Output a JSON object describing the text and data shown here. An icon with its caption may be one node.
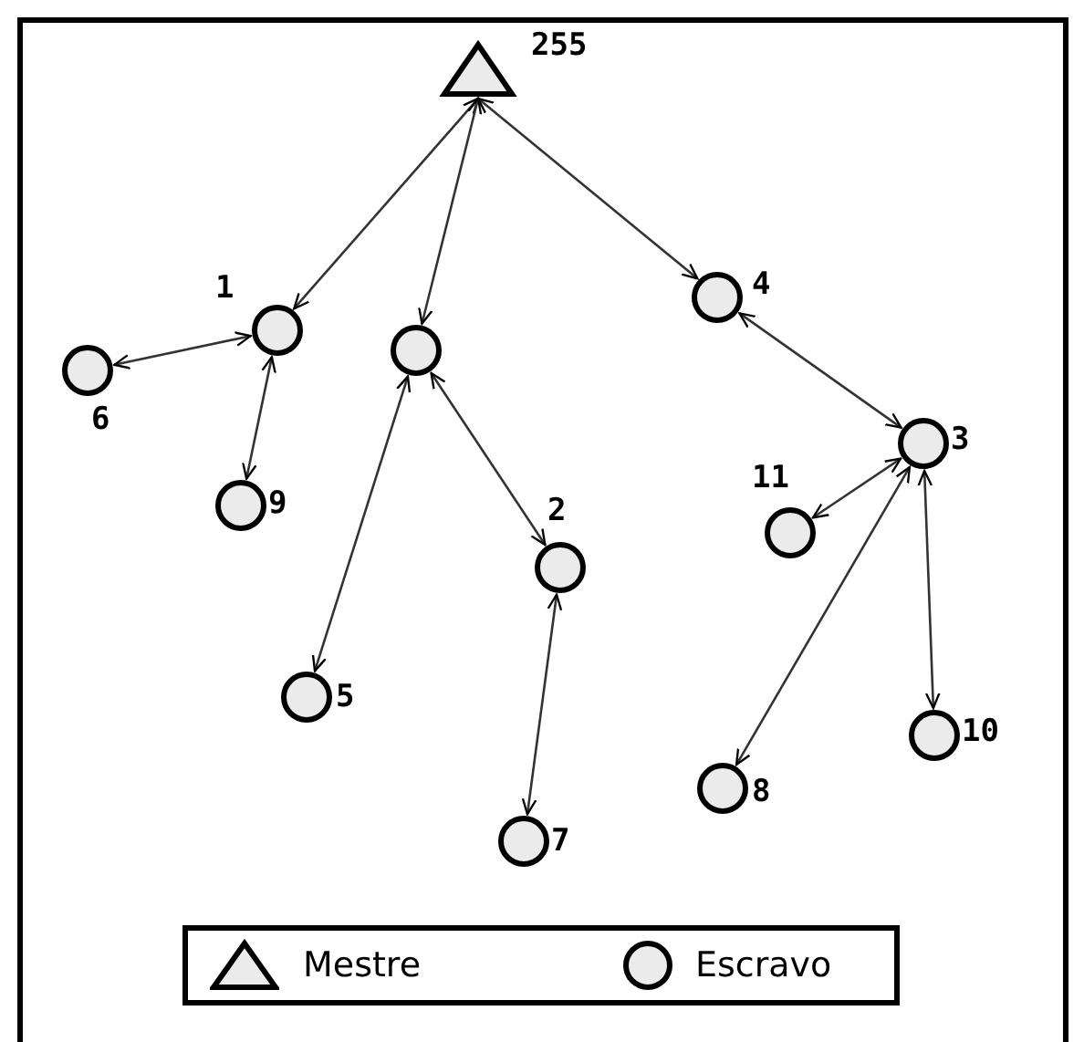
{
  "diagram": {
    "nodes": [
      {
        "text": [
          "255"
        ]
      },
      {
        "text": [
          "1"
        ]
      },
      {
        "text": [],
        "shape": "circle"
      },
      {
        "text": [
          "4"
        ]
      },
      {
        "text": [
          "6"
        ]
      },
      {
        "text": [
          "9"
        ]
      },
      {
        "text": [
          "3"
        ]
      },
      {
        "text": [
          "11"
        ]
      },
      {
        "text": [
          "2"
        ]
      },
      {
        "text": [
          "5"
        ]
      },
      {
        "text": [
          "10"
        ]
      },
      {
        "text": [
          "8"
        ]
      },
      {
        "text": [
          "7"
        ]
      }
    ],
    "edges": [
      {
        "from": 0,
        "to": 1,
        "arrow": "both"
      },
      {
        "from": 0,
        "to": 2,
        "arrow": "both"
      },
      {
        "from": 0,
        "to": 3,
        "arrow": "both"
      },
      {
        "from": 1,
        "to": 4,
        "arrow": "both"
      },
      {
        "from": 1,
        "to": 5,
        "arrow": "both"
      },
      {
        "from": 2,
        "to": 9,
        "arrow": "both"
      },
      {
        "from": 2,
        "to": 8,
        "arrow": "both"
      },
      {
        "from": 8,
        "to": 12,
        "arrow": "both"
      },
      {
        "from": 3,
        "to": 6,
        "arrow": "both"
      },
      {
        "from": 6,
        "to": 7,
        "arrow": "both"
      },
      {
        "from": 6,
        "to": 11,
        "arrow": "both"
      },
      {
        "from": 6,
        "to": 10,
        "arrow": "both"
      }
    ],
    "legend": [
      {
        "text": "Mestre"
      },
      {
        "text": "Escravo"
      }
    ]
  }
}
